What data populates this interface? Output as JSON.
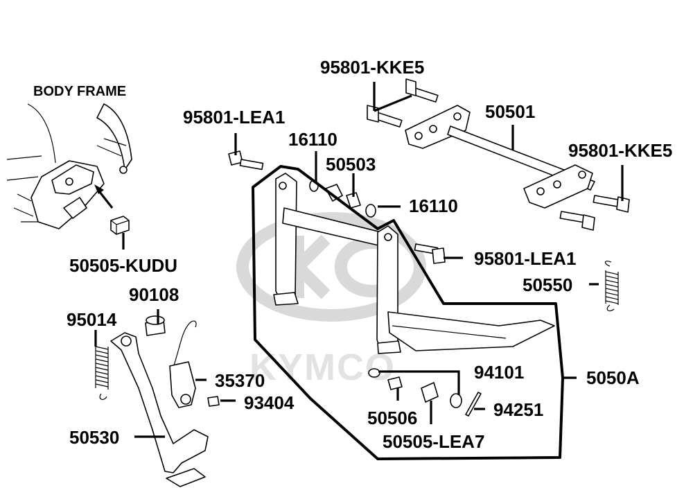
{
  "labels": {
    "body_frame": "BODY FRAME",
    "p95801_kke5_top": "95801-KKE5",
    "p95801_lea1_top": "95801-LEA1",
    "p16110_top": "16110",
    "p50503": "50503",
    "p16110_right": "16110",
    "p50501": "50501",
    "p95801_kke5_right": "95801-KKE5",
    "p50505_kudu": "50505-KUDU",
    "p95801_lea1_mid": "95801-LEA1",
    "p50550": "50550",
    "p90108": "90108",
    "p95014": "95014",
    "p35370": "35370",
    "p93404": "93404",
    "p94101": "94101",
    "p5050a": "5050A",
    "p50506": "50506",
    "p94251": "94251",
    "p50505_lea7": "50505-LEA7",
    "p50530": "50530"
  },
  "watermark": {
    "text": "KYMCO",
    "color": "#d9d9d9"
  },
  "colors": {
    "line": "#000000",
    "background": "#ffffff"
  }
}
